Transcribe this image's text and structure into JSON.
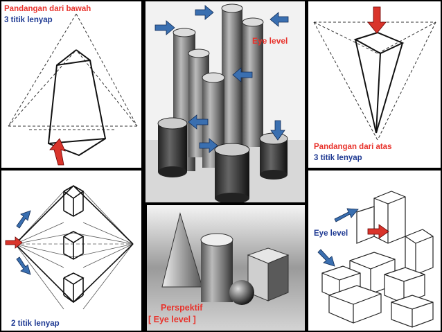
{
  "panels": {
    "bottom_view": {
      "title": "Pandangan dari bawah",
      "subtitle": "3 titik lenyap"
    },
    "top_view": {
      "title": "Pandangan dari atas",
      "subtitle": "3 titik lenyap"
    },
    "cylinders": {
      "label": "Eye level"
    },
    "two_point": {
      "label": "2 titik lenyap"
    },
    "still_life": {
      "label_1": "Perspektif",
      "label_2": "[ Eye level ]"
    },
    "blocks": {
      "label": "Eye level"
    }
  },
  "colors": {
    "red": "#e8322b",
    "blue": "#1f3a93",
    "arrow_blue": "#3a6fb0",
    "arrow_red": "#d9342b"
  },
  "icons": [
    "arrow-up-icon",
    "arrow-down-icon",
    "arrow-right-icon",
    "arrow-left-icon"
  ]
}
